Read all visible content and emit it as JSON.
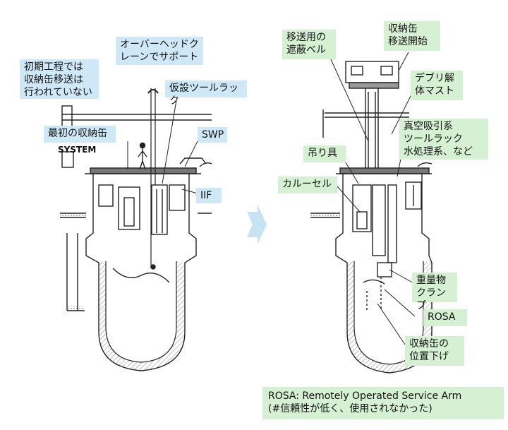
{
  "left_labels": {
    "initial": "初期工程では\n収納缶移送は\n行われていない",
    "overhead": "オーバーヘッドク\nレーンでサポート",
    "temp_rack": "仮設ツールラック",
    "first_can": "最初の収納缶",
    "swp": "SWP",
    "iif": "IIF",
    "system": "SYSTEM"
  },
  "right_labels": {
    "shield_bell": "移送用の\n遮蔽ベル",
    "can_transfer_start": "収納缶\n移送開始",
    "debris_mast": "デブリ解\n体マスト",
    "vacuum": "真空吸引系\nツールラック\n水処理系、など",
    "hoist": "吊り具",
    "carousel": "カルーセル",
    "clamp": "重量物\nクランプ",
    "rosa": "ROSA",
    "can_lower": "収納缶の\n位置下げ"
  },
  "note": {
    "line1": "ROSA: Remotely Operated Service Arm",
    "line2": "(#信頼性が低く、使用されなかった)"
  },
  "colors": {
    "blue_label": "#cfe8f7",
    "green_label": "#d6f0d3",
    "arrow": "#c5e3f3"
  }
}
